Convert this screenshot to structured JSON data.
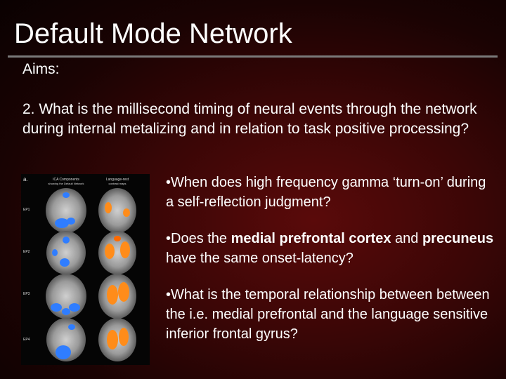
{
  "slide": {
    "title": "Default Mode Network",
    "aims_heading": "Aims:",
    "question": "2. What is the millisecond timing of neural events through the network during internal metalizing and in relation to task positive processing?"
  },
  "figure": {
    "panel_letter": "a.",
    "col1_header_line1": "ICA Components",
    "col1_header_line2": "showing the Default Network",
    "col2_header_line1": "Language-rest",
    "col2_header_line2": "contrast maps",
    "rows": [
      "EP1",
      "EP2",
      "EP3",
      "EP4"
    ],
    "colors": {
      "blue": "#2f7dff",
      "orange": "#ff8c1a"
    }
  },
  "bullets": {
    "b1": "•When does high frequency gamma ‘turn-on’ during a self-reflection judgment?",
    "b2_pre": "•Does the ",
    "b2_bold1": "medial prefrontal cortex",
    "b2_mid": " and ",
    "b2_bold2": "precuneus",
    "b2_post": " have the same onset-latency?",
    "b3": "•What is the temporal relationship between between the i.e. medial prefrontal and the language sensitive inferior frontal gyrus?"
  }
}
